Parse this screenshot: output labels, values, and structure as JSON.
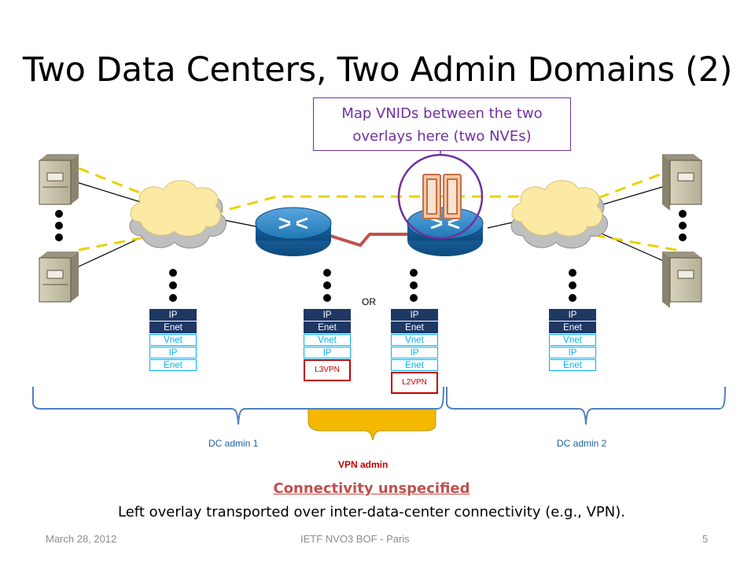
{
  "slide": {
    "title": "Two Data Centers, Two Admin Domains (2)",
    "callout": "Map VNIDs between the two overlays here (two NVEs)",
    "or_label": "OR",
    "stacks": {
      "dc1": [
        "IP",
        "Enet",
        "Vnet",
        "IP",
        "Enet"
      ],
      "l3vpn": [
        "IP",
        "Enet",
        "Vnet",
        "IP",
        "L3VPN"
      ],
      "l2vpn": [
        "IP",
        "Enet",
        "Vnet",
        "IP",
        "Enet",
        "L2VPN"
      ],
      "dc2": [
        "IP",
        "Enet",
        "Vnet",
        "IP",
        "Enet"
      ]
    },
    "dc_admin_1": "DC admin 1",
    "dc_admin_2": "DC admin 2",
    "vpn_admin": "VPN admin",
    "connectivity": "Connectivity unspecified",
    "note": "Left overlay transported over inter-data-center connectivity (e.g.,  VPN).",
    "footer_date": "March 28, 2012",
    "footer_center": "IETF NVO3 BOF - Paris",
    "footer_page": "5"
  },
  "colors": {
    "dark_layer": "#1f3864",
    "light_layer": "#00b0f0",
    "vpn_red": "#c00000",
    "callout_purple": "#7030a0",
    "cloud_yellow": "#fce9a3",
    "router_blue": "#1f78b4",
    "vpn_fill": "#f5b800"
  }
}
